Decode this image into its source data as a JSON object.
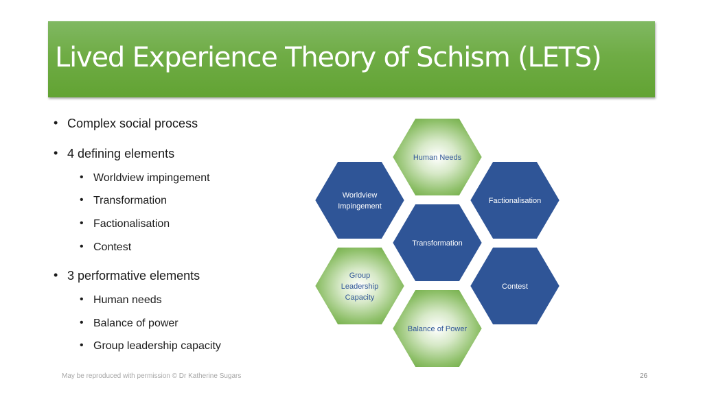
{
  "slide": {
    "title": "Lived Experience Theory of Schism (LETS)",
    "bullets": [
      {
        "text": "Complex social process",
        "sub": []
      },
      {
        "text": "4 defining elements",
        "sub": [
          "Worldview impingement",
          "Transformation",
          "Factionalisation",
          "Contest"
        ]
      },
      {
        "text": "3 performative elements",
        "sub": [
          "Human needs",
          "Balance of power",
          "Group leadership capacity"
        ]
      }
    ],
    "bullet_glyph": "•",
    "footer": "May be reproduced  with permission © Dr Katherine Sugars",
    "page_number": "26"
  },
  "diagram": {
    "colors": {
      "defining_fill": "#2f5597",
      "defining_text": "#ffffff",
      "performative_fill": "#70ad47",
      "performative_center": "#ffffff",
      "performative_text": "#2f5597"
    },
    "hexagons": [
      {
        "id": "human-needs",
        "label": [
          "Human Needs"
        ],
        "type": "performative"
      },
      {
        "id": "worldview-impingement",
        "label": [
          "Worldview",
          "Impingement"
        ],
        "type": "defining"
      },
      {
        "id": "factionalisation",
        "label": [
          "Factionalisation"
        ],
        "type": "defining"
      },
      {
        "id": "transformation",
        "label": [
          "Transformation"
        ],
        "type": "defining"
      },
      {
        "id": "group-leadership-capacity",
        "label": [
          "Group",
          "Leadership",
          "Capacity"
        ],
        "type": "performative"
      },
      {
        "id": "contest",
        "label": [
          "Contest"
        ],
        "type": "defining"
      },
      {
        "id": "balance-of-power",
        "label": [
          "Balance of Power"
        ],
        "type": "performative"
      }
    ]
  }
}
